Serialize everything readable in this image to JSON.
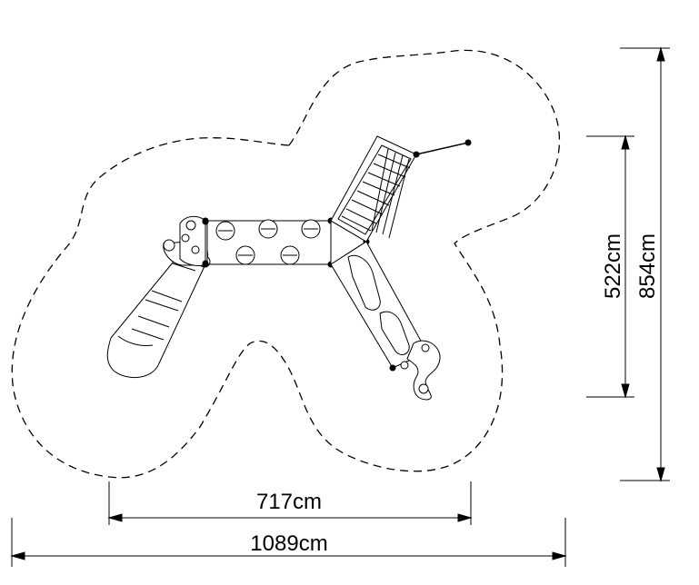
{
  "dimensions": {
    "inner_width": "717cm",
    "outer_width": "1089cm",
    "inner_height": "522cm",
    "outer_height": "854cm"
  },
  "colors": {
    "line": "#000000",
    "background": "#ffffff",
    "equipment_fill": "#ffffff"
  }
}
